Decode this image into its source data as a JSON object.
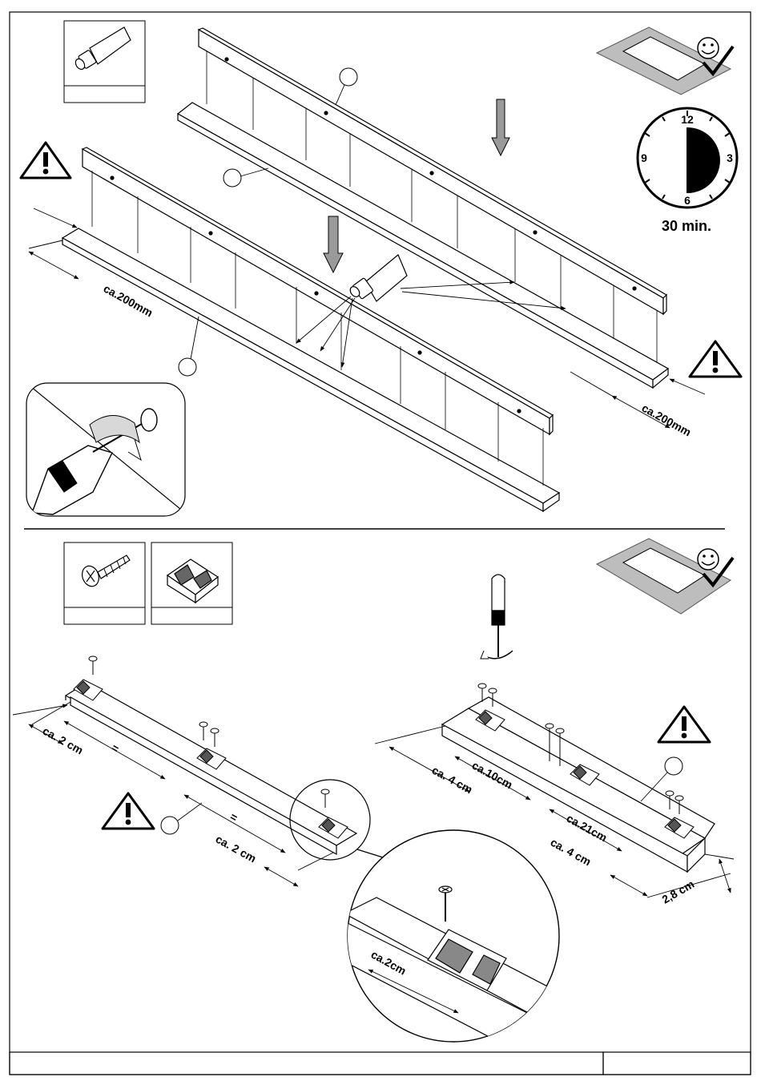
{
  "step_top": {
    "clock": {
      "numerals": [
        "12",
        "3",
        "6",
        "9"
      ],
      "duration": "30 min."
    },
    "dimensions": {
      "left": "ca.200mm",
      "right": "ca.200mm"
    }
  },
  "step_bottom": {
    "left_assembly": {
      "dim_left": "ca.  2 cm",
      "dim_right": "ca.  2 cm",
      "equal_a": "=",
      "equal_b": "="
    },
    "right_assembly": {
      "dim_4cm_left": "ca.  4 cm",
      "dim_10cm": "ca.10cm",
      "dim_21cm": "ca.21cm",
      "dim_4cm_right": "ca.  4 cm",
      "dim_height": "2,8 cm"
    },
    "zoom_detail": {
      "dim": "ca.2cm"
    }
  }
}
